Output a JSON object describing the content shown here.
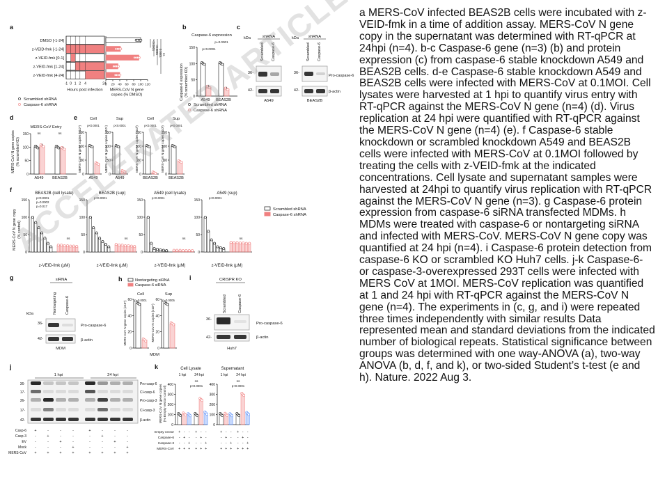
{
  "caption": "a MERS-CoV infected BEAS2B cells were incubated with z-VEID-fmk in a time of addition assay. MERS-CoV N gene copy in the supernatant was determined with RT-qPCR at 24hpi (n=4). b-c Caspase-6 gene (n=3) (b) and protein expression (c) from caspase-6 stable knockdown A549 and BEAS2B cells. d-e Caspase-6 stable knockdown A549 and BEAS2B cells were infected with MERS-CoV at 0.1MOI. Cell lysates were harvested at 1 hpi to quantify virus entry with RT-qPCR against the MERS-CoV N gene (n=4) (d). Virus replication at 24 hpi were quantified with RT-qPCR against the MERS-CoV N gene (n=4) (e). f Caspase-6 stable knockdown or scrambled knockdown A549 and BEAS2B cells were infected with MERS-CoV at 0.1MOI followed by treating the cells with z-VEID-fmk at the indicated concentrations. Cell lysate and supernatant samples were harvested at 24hpi to quantify virus replication with RT-qPCR against the MERS-CoV N gene (n=3). g Caspase-6 protein expression from caspase-6 siRNA transfected MDMs. h MDMs were treated with caspase-6 or nontargeting siRNA and infected with MERS-CoV. MERS-CoV N gene copy was quantified at 24 hpi (n=4). i Caspase-6 protein detection from caspase-6 KO or scrambled KO Huh7 cells. j-k Caspase-6- or caspase-3-overexpressed 293T cells were infected with MERS CoV at 1MOI. MERS-CoV replication was quantified at 1 and 24 hpi with RT-qPCR against the MERS-CoV N gene (n=4). The experiments in (c, g, and i) were repeated three times independently with similar results Data represented mean and standard deviations from the indicated number of biological repeats. Statistical significance between groups was determined with one way-ANOVA (a), two-way ANOVA (b, d, f, and k), or two-sided Student’s t-test (e and h). Nature. 2022 Aug 3.",
  "watermark": "ACCELERATED ARTICLE PREVIEW",
  "colors": {
    "pink": "#f08080",
    "black": "#111111",
    "blue": "#5b8ff9"
  },
  "panel_a": {
    "letter": "a",
    "rows": [
      "DMSO [-1-24]",
      "z-VEID-fmk [-1-24]",
      "z-VEID-fmk [0-1]",
      "z-VEID-fmk [1-24]",
      "z-VEID-fmk [4-24]"
    ],
    "timeline_label": "Hours post infection",
    "timeline_ticks": [
      "-1",
      "0",
      "1",
      "2",
      "4",
      "24"
    ],
    "bar_ticks": [
      "0",
      "20",
      "40",
      "60",
      "80",
      "100",
      "120"
    ],
    "bar_label_1": "MERS-CoV N gene",
    "bar_label_2": "copies (% DMSO)",
    "bar_values": [
      100,
      42,
      95,
      35,
      40
    ],
    "stats": [
      "<0.0001",
      "<0.0001",
      "0.0001",
      "ns"
    ],
    "legend": [
      "Scrambled shRNA",
      "Caspase-6 shRNA"
    ]
  },
  "panel_b": {
    "letter": "b",
    "title": "Caspase-6 expression",
    "ylabel_1": "Caspase-6 expression",
    "ylabel_2": "(% scrambled KD)",
    "groups": [
      "A549",
      "BEAS2B"
    ],
    "ticks": [
      "0",
      "50",
      "100",
      "150"
    ],
    "values": [
      [
        100,
        28
      ],
      [
        100,
        22
      ]
    ],
    "stats": [
      "p<0.0001",
      "p=0.0001"
    ],
    "legend": [
      "Scrambled shRNA",
      "Caspase-6 shRNA"
    ]
  },
  "panel_c": {
    "letter": "c",
    "kda": "kDa",
    "header": "shRNA",
    "lanes": [
      "Scrambled",
      "Caspase-6"
    ],
    "marker_top": "36-",
    "marker_bottom": "42-",
    "cells": [
      "A549",
      "BEAS2B"
    ],
    "label_top": "Pro-caspase-6",
    "label_bottom": "β-actin"
  },
  "panel_d": {
    "letter": "d",
    "title": "MERS-CoV Entry",
    "ylabel_1": "MERS-CoV N gene copies",
    "ylabel_2": "(% scrambled KD)",
    "groups": [
      "A549",
      "BEAS2B"
    ],
    "ticks": [
      "0",
      "50",
      "100",
      "150"
    ],
    "values": [
      [
        100,
        105
      ],
      [
        100,
        95
      ]
    ],
    "stats": [
      "ns",
      "ns"
    ]
  },
  "panel_e": {
    "letter": "e",
    "subpanels": [
      {
        "title": "Cell",
        "group": "A549",
        "values": [
          100,
          38
        ],
        "stat": "p<0.0001",
        "ylabel": "MERS-CoV N gene copies (x10⁵)"
      },
      {
        "title": "Sup",
        "group": "A549",
        "values": [
          100,
          10
        ],
        "stat": "p<0.0001",
        "ylabel": "MERS-CoV N gene copies (x10⁴)"
      },
      {
        "title": "Cell",
        "group": "BEAS2B",
        "values": [
          100,
          5
        ],
        "stat": "p<0.0001",
        "ylabel": "MERS-CoV N gene copies (x10³)"
      },
      {
        "title": "Sup",
        "group": "BEAS2B",
        "values": [
          100,
          45
        ],
        "stat": "p<0.0001",
        "ylabel": "MERS-CoV N gene copies (x10³)"
      }
    ]
  },
  "panel_f": {
    "letter": "f",
    "ylabel_1": "MERS-CoV N gene copy",
    "ylabel_2": "(% control)",
    "xlabel": "z-VEID-fmk (µM)",
    "ticks": [
      "0",
      "50",
      "100",
      "150"
    ],
    "subpanels": [
      {
        "title": "BEAS2B (cell lysate)",
        "scr": [
          100,
          85,
          70,
          55,
          40,
          25,
          15
        ],
        "kd": [
          20,
          20,
          18,
          18,
          17,
          17,
          16
        ],
        "stats": [
          "p<0.0001",
          "p=0.0002",
          "p=0.017"
        ]
      },
      {
        "title": "BEAS2B (sup)",
        "scr": [
          100,
          70,
          55,
          40,
          30,
          22,
          15
        ],
        "kd": [
          22,
          20,
          20,
          18,
          18,
          17,
          16
        ],
        "stats": [
          "p<0.0001"
        ]
      },
      {
        "title": "A549 (cell lysate)",
        "scr": [
          100,
          25,
          10,
          8,
          6,
          5,
          4
        ],
        "kd": [
          5,
          5,
          5,
          4,
          4,
          4,
          4
        ],
        "stats": [
          "p<0.0001"
        ]
      },
      {
        "title": "A549 (sup)",
        "scr": [
          100,
          60,
          35,
          25,
          15,
          12,
          10
        ],
        "kd": [
          28,
          27,
          27,
          26,
          26,
          25,
          25
        ],
        "stats": [
          "p<0.0001"
        ]
      }
    ],
    "legend": [
      "Scrambled shRNA",
      "Caspase-6 shRNA"
    ]
  },
  "panel_g": {
    "letter": "g",
    "header": "siRNA",
    "lanes": [
      "Nontargeting",
      "Caspase-6"
    ],
    "kda": "kDa",
    "marker_top": "36-",
    "marker_bottom": "42-",
    "label_top": "Pro-caspase-6",
    "label_bottom": "β-actin",
    "cell": "MDM"
  },
  "panel_h": {
    "letter": "h",
    "legend": [
      "Nontargeting siRNA",
      "Caspase-6 siRNA"
    ],
    "subpanels": [
      {
        "title": "Cell",
        "values": [
          55,
          10
        ],
        "stat": "p=0.0001",
        "ylabel": "MERS-CoV N gene copies (x10⁵)"
      },
      {
        "title": "Sup",
        "values": [
          55,
          30
        ],
        "stat": "p=0.0005",
        "ylabel": "MERS-CoV N Copies (x10⁴)"
      }
    ],
    "cell": "MDM"
  },
  "panel_i": {
    "letter": "i",
    "header": "CRISPR KO",
    "lanes": [
      "Scrambled",
      "Caspase-6"
    ],
    "marker_top": "36-",
    "marker_bottom": "42-",
    "label_top": "Pro-caspase-6",
    "label_bottom": "β-actin",
    "cell": "Huh7"
  },
  "panel_j": {
    "letter": "j",
    "times": [
      "1 hpi",
      "24 hpi"
    ],
    "markers": [
      "36-",
      "17-",
      "36-",
      "17-",
      "42-"
    ],
    "labels": [
      "Pro-casp-6",
      "Cl-casp-6",
      "Pro-casp-3",
      "Cl-casp-3",
      "β-actin"
    ],
    "rows": [
      "Casp-6",
      "Casp-3",
      "EV",
      "Mock",
      "MERS-CoV"
    ],
    "signs": [
      [
        "+",
        "-",
        "-",
        "-",
        "+",
        "-",
        "-",
        "-"
      ],
      [
        "-",
        "+",
        "-",
        "-",
        "-",
        "+",
        "-",
        "-"
      ],
      [
        "-",
        "-",
        "+",
        "-",
        "-",
        "-",
        "+",
        "-"
      ],
      [
        "-",
        "-",
        "-",
        "+",
        "-",
        "-",
        "-",
        "+"
      ],
      [
        "+",
        "+",
        "+",
        "+",
        "+",
        "+",
        "+",
        "+"
      ]
    ]
  },
  "panel_k": {
    "letter": "k",
    "ylabel_1": "MERS-CoV N gene copies",
    "ylabel_2": "(% Empty vector control)",
    "ticks": [
      "0",
      "100",
      "200",
      "300",
      "400"
    ],
    "subpanels": [
      {
        "title": "Cell Lysate",
        "times": [
          "1 hpi",
          "24 hpi"
        ],
        "values": [
          100,
          105,
          98,
          100,
          250,
          115
        ],
        "stat": "p<0.0001"
      },
      {
        "title": "Supernatant",
        "times": [
          "1 hpi",
          "24 hpi"
        ],
        "values": [
          100,
          102,
          98,
          100,
          300,
          110
        ],
        "stat": "p<0.0001"
      }
    ],
    "rows": [
      "Empty vector",
      "Caspase-6",
      "Caspase-3",
      "MERS-CoV"
    ],
    "signs": [
      [
        "+",
        "-",
        "-",
        "+",
        "-",
        "-"
      ],
      [
        "-",
        "+",
        "-",
        "-",
        "+",
        "-"
      ],
      [
        "-",
        "-",
        "+",
        "-",
        "-",
        "+"
      ],
      [
        "+",
        "+",
        "+",
        "+",
        "+",
        "+"
      ]
    ]
  }
}
